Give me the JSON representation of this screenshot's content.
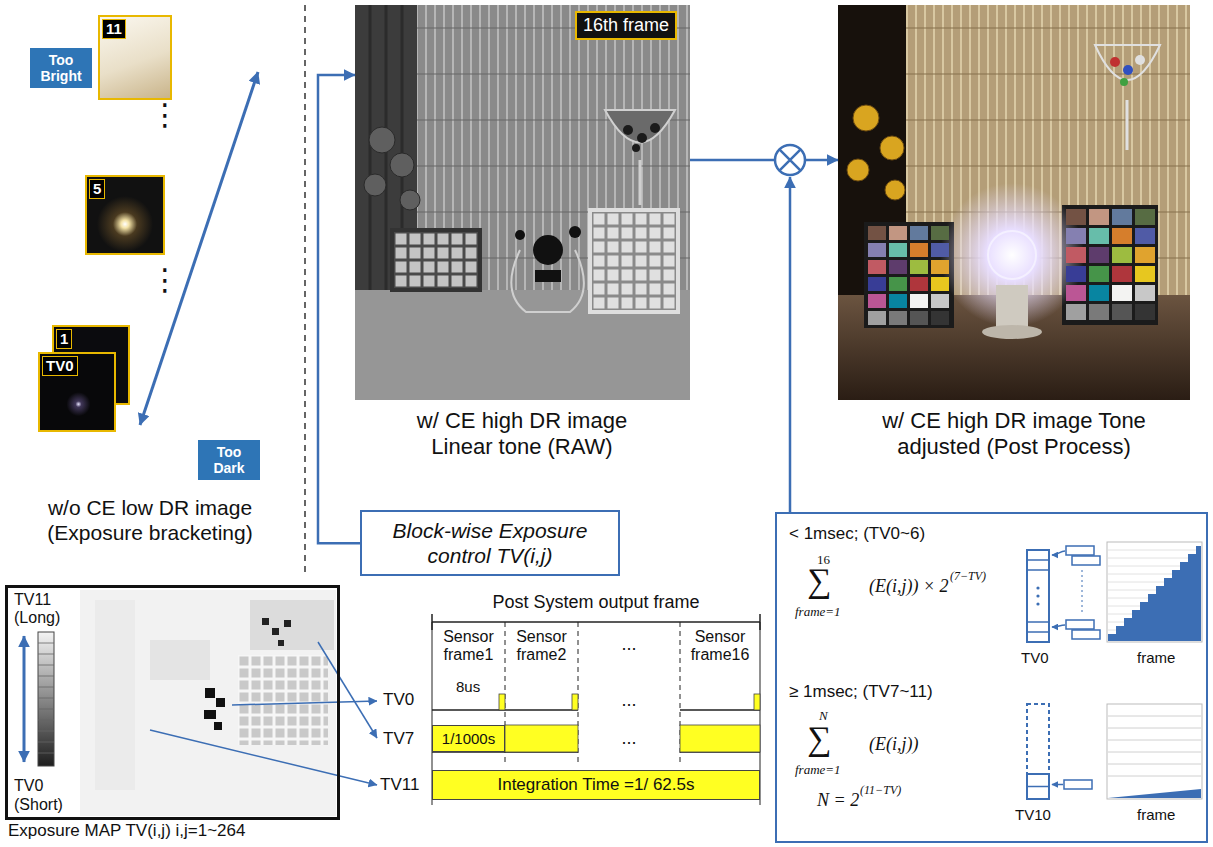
{
  "diagram": {
    "nodes": [
      {
        "text": [
          "11"
        ]
      },
      {
        "text": [
          "5"
        ]
      },
      {
        "text": [
          "1"
        ]
      },
      {
        "text": [
          "TV0"
        ]
      },
      {
        "text": [
          "Too Bright"
        ]
      },
      {
        "text": [
          "Too Dark"
        ]
      },
      {
        "text": [
          "w/ CE high DR image Linear tone (RAW)"
        ]
      },
      {
        "text": [
          "16th frame"
        ],
        "in": 6
      },
      {
        "text": [
          "w/ CE high DR image Tone adjusted (Post Process)"
        ]
      },
      {
        "text": [
          "Block-wise Exposure control TV(i,j)"
        ]
      },
      {
        "text": [
          "TV11 (Long)",
          "TV0 (Short)",
          "Exposure MAP TV(i,j) i,j=1~264"
        ]
      },
      {
        "text": [
          "< 1msec; (TV0~6)",
          "16",
          "∑",
          "frame=1",
          "(E(i,j)) × 2",
          "(7−TV)",
          "TV0",
          "frame",
          "≥ 1msec; (TV7~11)",
          "N",
          "∑",
          "frame=1",
          "(E(i,j))",
          "N = 2",
          "(11−TV)",
          "TV10",
          "frame"
        ]
      },
      {
        "text": [
          "1/1000s"
        ]
      },
      {
        "text": [
          "Integration Time =1/ 62.5s"
        ]
      }
    ],
    "edges": [
      {
        "from": 9,
        "to": 6,
        "arrow": "to"
      },
      {
        "from": 6,
        "to": 8,
        "arrow": "to"
      }
    ],
    "labels": [
      "⋮",
      "⋮",
      "w/o CE low DR image (Exposure bracketing)",
      "Post System output frame",
      "Sensor frame1",
      "Sensor frame2",
      "...",
      "Sensor frame16",
      "TV0",
      "8us",
      "...",
      "TV7",
      "...",
      "TV11"
    ]
  }
}
